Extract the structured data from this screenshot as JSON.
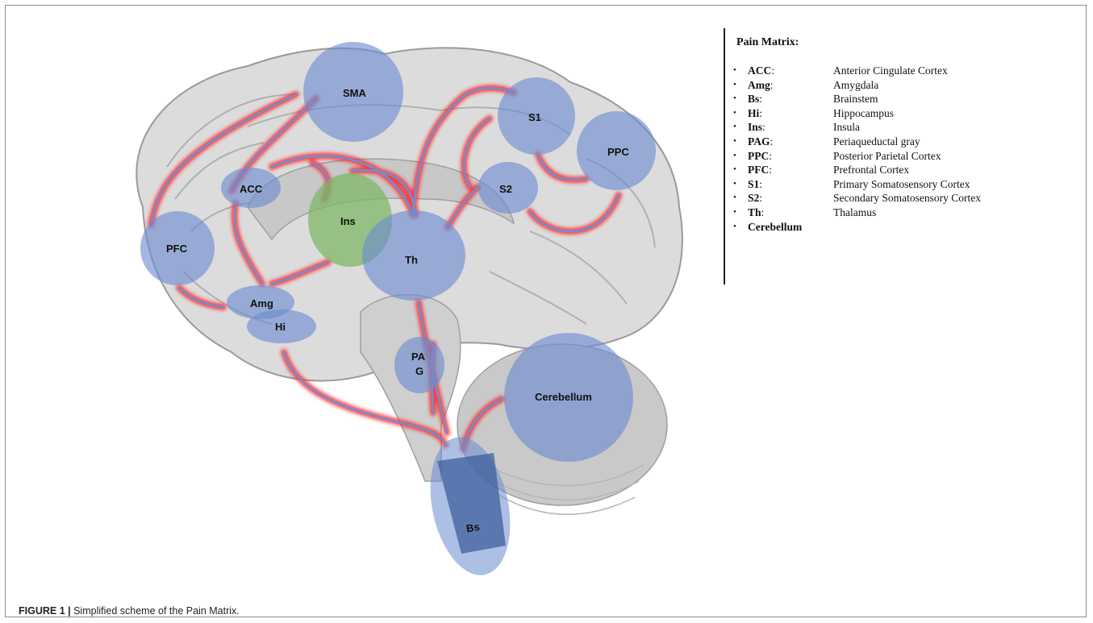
{
  "regions": [
    {
      "id": "sma",
      "label": "SMA"
    },
    {
      "id": "s1",
      "label": "S1"
    },
    {
      "id": "ppc",
      "label": "PPC"
    },
    {
      "id": "s2",
      "label": "S2"
    },
    {
      "id": "acc",
      "label": "ACC"
    },
    {
      "id": "ins",
      "label": "Ins"
    },
    {
      "id": "th",
      "label": "Th"
    },
    {
      "id": "pfc",
      "label": "PFC"
    },
    {
      "id": "amg",
      "label": "Amg"
    },
    {
      "id": "hi",
      "label": "Hi"
    },
    {
      "id": "pag",
      "label_line1": "PA",
      "label_line2": "G"
    },
    {
      "id": "cerebellum",
      "label": "Cerebellum"
    },
    {
      "id": "bs",
      "label": "Bs"
    }
  ],
  "legend": {
    "title": "Pain Matrix:",
    "items": [
      {
        "abbr": "ACC",
        "sep": ":",
        "full": "Anterior Cingulate Cortex"
      },
      {
        "abbr": "Amg",
        "sep": ":",
        "full": "Amygdala"
      },
      {
        "abbr": "Bs",
        "sep": ":",
        "full": "Brainstem"
      },
      {
        "abbr": "Hi",
        "sep": ":",
        "full": "Hippocampus"
      },
      {
        "abbr": "Ins",
        "sep": ":",
        "full": "Insula"
      },
      {
        "abbr": "PAG",
        "sep": ":",
        "full": "Periaqueductal gray"
      },
      {
        "abbr": "PPC",
        "sep": ":",
        "full": "Posterior Parietal Cortex"
      },
      {
        "abbr": "PFC",
        "sep": ":",
        "full": "Prefrontal Cortex"
      },
      {
        "abbr": "S1",
        "sep": ":",
        "full": "Primary Somatosensory Cortex"
      },
      {
        "abbr": "S2",
        "sep": ":",
        "full": "Secondary Somatosensory Cortex"
      },
      {
        "abbr": "Th",
        "sep": ":",
        "full": "Thalamus"
      },
      {
        "abbr": "Cerebellum",
        "sep": "",
        "full": ""
      }
    ]
  },
  "caption": {
    "label": "FIGURE 1 |",
    "text": " Simplified scheme of the Pain Matrix."
  },
  "colors": {
    "region_blue": "#7d9ad0",
    "region_green": "#8fbf73",
    "pathway_red": "#ff2a2a",
    "pathway_core": "#6f8fd6",
    "brain_gray": "#d6d6d6"
  }
}
